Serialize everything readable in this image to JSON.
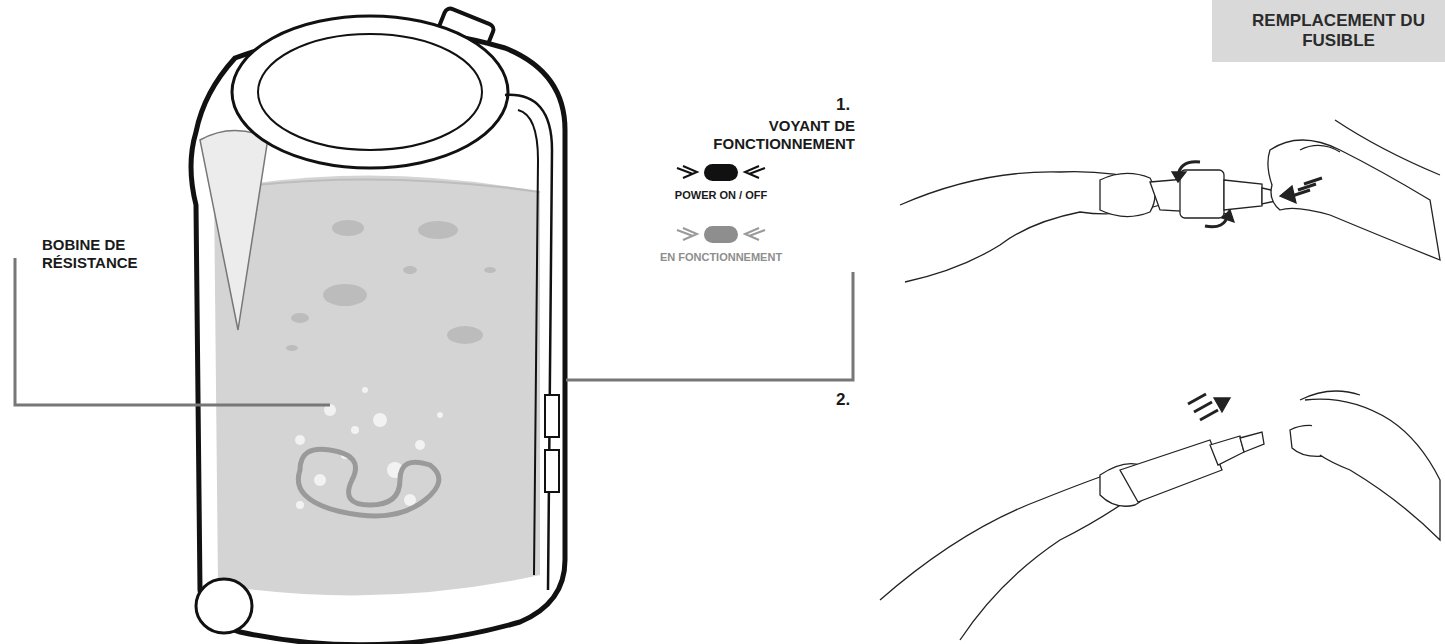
{
  "diagram": {
    "nodes": [
      {
        "text": [
          "REMPLACEMENT DU FUSIBLE"
        ]
      }
    ],
    "labels": [
      "VOYANT DE FONCTIONNEMENT",
      "POWER ON / OFF",
      "EN FONCTIONNEMENT",
      "BOBINE DE RÉSISTANCE",
      "1.",
      "2."
    ]
  }
}
